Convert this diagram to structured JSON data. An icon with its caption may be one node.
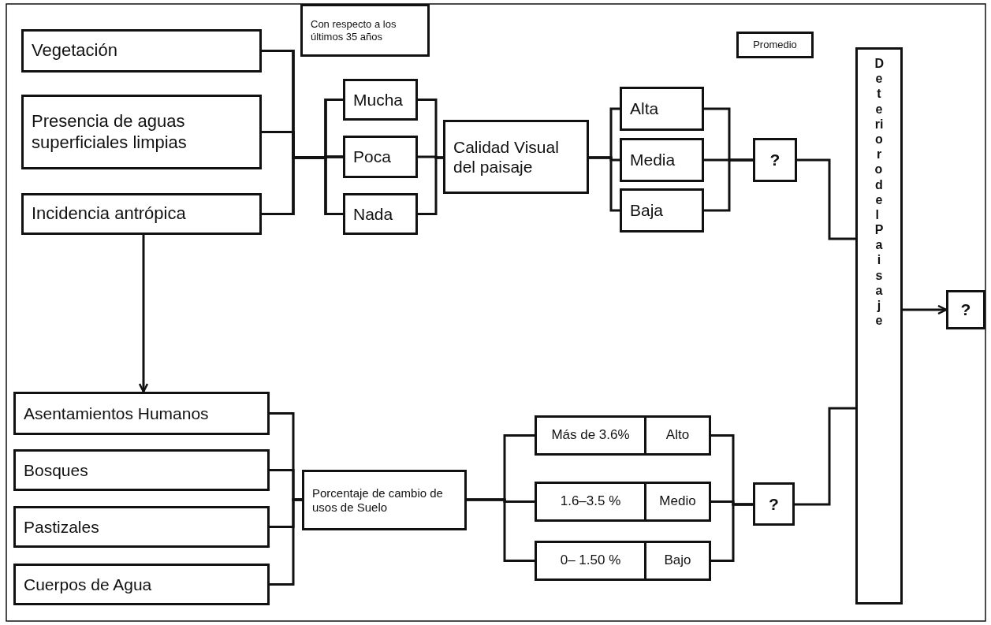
{
  "diagram": {
    "nodes": [
      {
        "text": [
          "Vegetación"
        ]
      },
      {
        "text": [
          "Presencia de aguas superficiales limpias"
        ]
      },
      {
        "text": [
          "Incidencia antrópica"
        ]
      },
      {
        "text": [
          "Mucha"
        ]
      },
      {
        "text": [
          "Poca"
        ]
      },
      {
        "text": [
          "Nada"
        ]
      },
      {
        "text": [
          "Calidad Visual del paisaje"
        ]
      },
      {
        "text": [
          "Alta"
        ]
      },
      {
        "text": [
          "Media"
        ]
      },
      {
        "text": [
          "Baja"
        ]
      },
      {
        "text": [
          "?"
        ]
      },
      {
        "text": [
          "Con respecto a los últimos 35 años"
        ]
      },
      {
        "text": [
          "Promedio"
        ]
      },
      {
        "text": [
          "Deterioro del Paisaje"
        ]
      },
      {
        "text": [
          "?"
        ]
      },
      {
        "text": [
          "Asentamientos Humanos"
        ]
      },
      {
        "text": [
          "Bosques"
        ]
      },
      {
        "text": [
          "Pastizales"
        ]
      },
      {
        "text": [
          "Cuerpos de Agua"
        ]
      },
      {
        "text": [
          "Porcentaje de cambio de usos de Suelo"
        ]
      },
      {
        "text": [
          "Más de 3.6%",
          "Alto"
        ]
      },
      {
        "text": [
          "1.6–3.5 %",
          "Medio"
        ]
      },
      {
        "text": [
          "0– 1.50 %",
          "Bajo"
        ]
      },
      {
        "text": [
          "?"
        ]
      }
    ],
    "edges": [
      {
        "from": 0,
        "to": 3,
        "arrow": "none"
      },
      {
        "from": 0,
        "to": 4,
        "arrow": "none"
      },
      {
        "from": 0,
        "to": 5,
        "arrow": "none"
      },
      {
        "from": 1,
        "to": 3,
        "arrow": "none"
      },
      {
        "from": 1,
        "to": 4,
        "arrow": "none"
      },
      {
        "from": 1,
        "to": 5,
        "arrow": "none"
      },
      {
        "from": 2,
        "to": 3,
        "arrow": "none"
      },
      {
        "from": 2,
        "to": 4,
        "arrow": "none"
      },
      {
        "from": 2,
        "to": 5,
        "arrow": "none"
      },
      {
        "from": 3,
        "to": 6,
        "arrow": "none"
      },
      {
        "from": 4,
        "to": 6,
        "arrow": "none"
      },
      {
        "from": 5,
        "to": 6,
        "arrow": "none"
      },
      {
        "from": 6,
        "to": 7,
        "arrow": "none"
      },
      {
        "from": 6,
        "to": 8,
        "arrow": "none"
      },
      {
        "from": 6,
        "to": 9,
        "arrow": "none"
      },
      {
        "from": 7,
        "to": 10,
        "arrow": "none"
      },
      {
        "from": 8,
        "to": 10,
        "arrow": "none"
      },
      {
        "from": 9,
        "to": 10,
        "arrow": "none"
      },
      {
        "from": 10,
        "to": 13,
        "arrow": "none"
      },
      {
        "from": 23,
        "to": 13,
        "arrow": "none"
      },
      {
        "from": 13,
        "to": 14,
        "arrow": "to"
      },
      {
        "from": 2,
        "to": 15,
        "arrow": "to"
      },
      {
        "from": 15,
        "to": 19,
        "arrow": "none"
      },
      {
        "from": 16,
        "to": 19,
        "arrow": "none"
      },
      {
        "from": 17,
        "to": 19,
        "arrow": "none"
      },
      {
        "from": 18,
        "to": 19,
        "arrow": "none"
      },
      {
        "from": 19,
        "to": 20,
        "arrow": "none"
      },
      {
        "from": 19,
        "to": 21,
        "arrow": "none"
      },
      {
        "from": 19,
        "to": 22,
        "arrow": "none"
      },
      {
        "from": 20,
        "to": 23,
        "arrow": "none"
      },
      {
        "from": 21,
        "to": 23,
        "arrow": "none"
      },
      {
        "from": 22,
        "to": 23,
        "arrow": "none"
      }
    ]
  }
}
